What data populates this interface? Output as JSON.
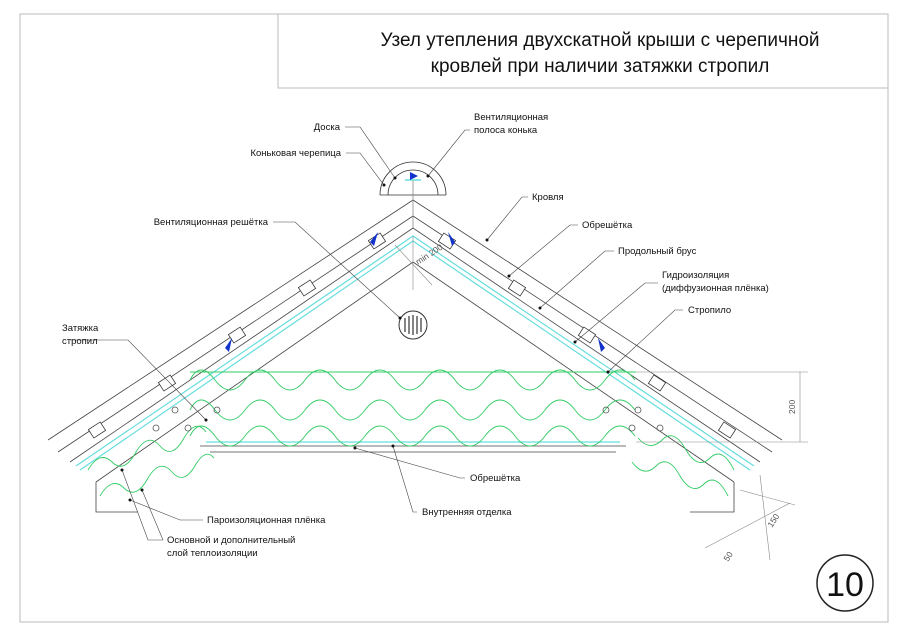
{
  "title": {
    "line1": "Узел утепления двухскатной крыши  с черепичной",
    "line2": "кровлей при наличии затяжки стропил"
  },
  "page_number": "10",
  "labels": {
    "doska": "Доска",
    "ventpolosa_1": "Вентиляционная",
    "ventpolosa_2": "полоса конька",
    "konkovaya": "Коньковая черепица",
    "krovlya": "Кровля",
    "obreshetka_top": "Обрешётка",
    "ventreshetka": "Вентиляционная решётка",
    "prodolny": "Продольный брус",
    "gidro_1": "Гидроизоляция",
    "gidro_2": "(диффузионная плёнка)",
    "stropilo": "Стропило",
    "zatyazhka_1": "Затяжка",
    "zatyazhka_2": "стропил",
    "obreshetka_bottom": "Обрешётка",
    "vnutrennyaya": "Внутренняя отделка",
    "paroizol": "Пароизоляционная плёнка",
    "teplo_1": "Основной и дополнительный",
    "teplo_2": "слой теплоизоляции"
  },
  "dimensions": {
    "min": "min 200",
    "d200": "200",
    "d150": "150",
    "d50": "50"
  },
  "colors": {
    "insulation": "#33cc66",
    "membrane": "#66dddd",
    "arrow": "#1133cc",
    "line": "#333333"
  }
}
